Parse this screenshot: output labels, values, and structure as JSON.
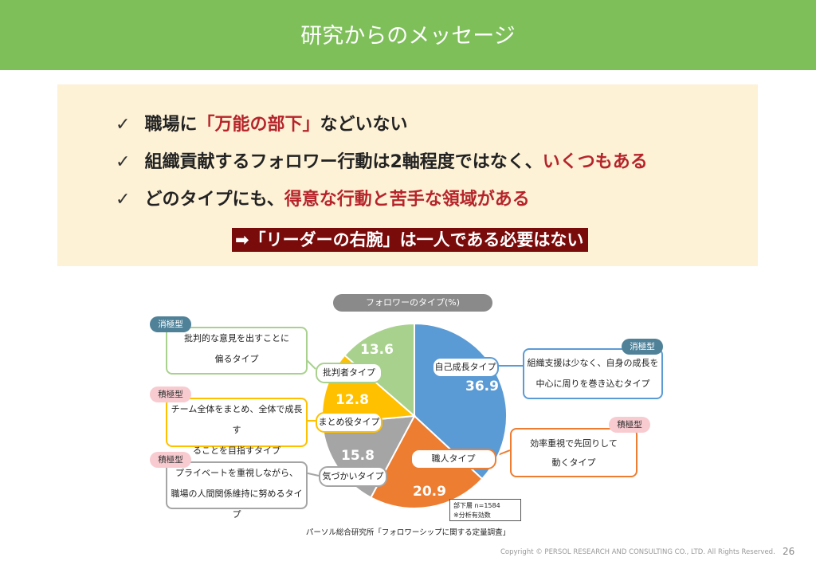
{
  "header": {
    "title": "研究からのメッセージ"
  },
  "messages": {
    "check": "✓",
    "b1": {
      "a": "職場に",
      "b": "「万能の部下」",
      "c": "などいない"
    },
    "b2": {
      "a": "組織貢献するフォロワー行動は2軸程度ではなく、",
      "b": "いくつもある"
    },
    "b3": {
      "a": "どのタイプにも、",
      "b": "得意な行動と苦手な領域がある"
    },
    "conclusion": "➡「リーダーの右腕」は一人である必要はない"
  },
  "chart_data": {
    "type": "pie",
    "title": "フォロワーのタイプ(%)",
    "categories": [
      "自己成長タイプ",
      "職人タイプ",
      "気づかいタイプ",
      "まとめ役タイプ",
      "批判者タイプ"
    ],
    "values": [
      36.9,
      20.9,
      15.8,
      12.8,
      13.6
    ],
    "value_labels": [
      "36.9",
      "20.9",
      "15.8",
      "12.8",
      "13.6"
    ],
    "colors": [
      "#5b9bd5",
      "#ed7d31",
      "#a5a5a5",
      "#ffc000",
      "#a9d18e"
    ]
  },
  "callouts": {
    "critic": {
      "tag": "消極型",
      "line1": "批判的な意見を出すことに",
      "line2": "偏るタイプ"
    },
    "coordinator": {
      "tag": "積極型",
      "line1": "チーム全体をまとめ、全体で成長す",
      "line2": "ることを目指すタイプ"
    },
    "caring": {
      "tag": "積極型",
      "line1": "プライベートを重視しながら、",
      "line2": "職場の人間関係維持に努めるタイプ"
    },
    "growth": {
      "tag": "消極型",
      "line1": "組織支援は少なく、自身の成長を",
      "line2": "中心に周りを巻き込むタイプ"
    },
    "craftsman": {
      "tag": "積極型",
      "line1": "効率重視で先回りして",
      "line2": "動くタイプ"
    }
  },
  "note": {
    "line1": "部下層  n=1584",
    "line2": "※分析有効数"
  },
  "source": "パーソル総合研究所「フォロワーシップに関する定量調査」",
  "footer": {
    "copyright": "Copyright © PERSOL RESEARCH AND CONSULTING CO., LTD. All Rights Reserved.",
    "page": "26"
  }
}
